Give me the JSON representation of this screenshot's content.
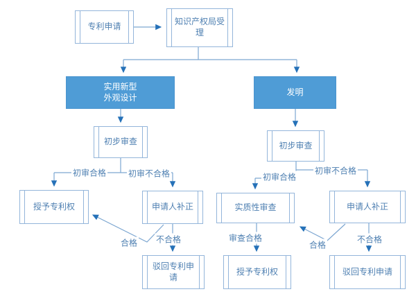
{
  "diagram": {
    "title": "patent-application-process-flowchart",
    "colors": {
      "accent_fill": "#4f9cd6",
      "box_border": "#93b5da",
      "connector": "#7ca6d1",
      "arrowhead": "#2571b8",
      "text_blue": "#4f80b2",
      "accent_text": "#ffffff"
    },
    "nodes": {
      "patent_application": {
        "label": "专利申请"
      },
      "ipo_acceptance": {
        "label": "知识产权局受理"
      },
      "utility_design": {
        "label": "实用新型\n外观设计"
      },
      "invention": {
        "label": "发明"
      },
      "prelim_exam_left": {
        "label": "初步审查"
      },
      "prelim_exam_right": {
        "label": "初步审查"
      },
      "grant_left": {
        "label": "授予专利权"
      },
      "correction_left": {
        "label": "申请人补正"
      },
      "reject_left": {
        "label": "驳回专利申请"
      },
      "substantive_exam": {
        "label": "实质性审查"
      },
      "correction_right": {
        "label": "申请人补正"
      },
      "grant_right": {
        "label": "授予专利权"
      },
      "reject_right": {
        "label": "驳回专利申请"
      }
    },
    "edge_labels": {
      "prelim_pass_left": "初审合格",
      "prelim_fail_left": "初审不合格",
      "pass_left": "合格",
      "fail_left": "不合格",
      "prelim_pass_right": "初审合格",
      "prelim_fail_right": "初审不合格",
      "exam_pass": "审查合格",
      "pass_right": "合格",
      "fail_right": "不合格"
    }
  }
}
